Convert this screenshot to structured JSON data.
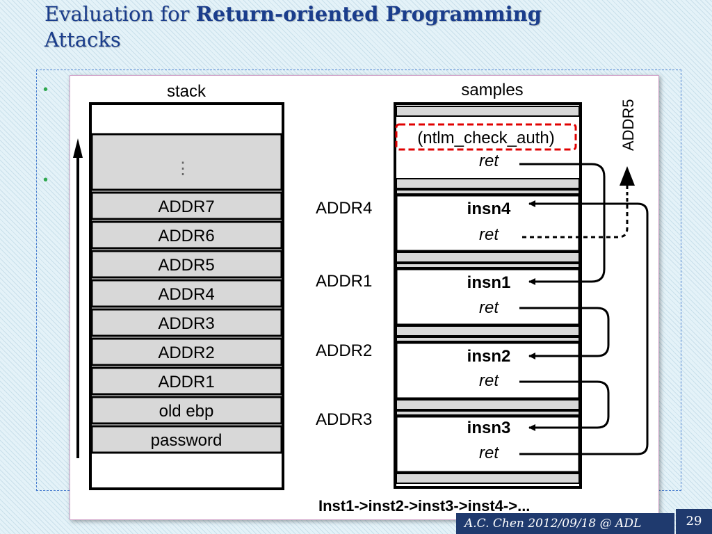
{
  "slide": {
    "title_plain": "Evaluation for ",
    "title_bold": "Return-oriented Programming",
    "title_line2": "Attacks",
    "bullets": [
      "•",
      "•"
    ],
    "footer": "A.C. Chen 2012/09/18 @ ADL",
    "page_number": "29"
  },
  "figure": {
    "stack_label": "stack",
    "samples_label": "samples",
    "stack_ellipsis": "⋮",
    "stack_items": [
      "ADDR7",
      "ADDR6",
      "ADDR5",
      "ADDR4",
      "ADDR3",
      "ADDR2",
      "ADDR1",
      "old ebp",
      "password"
    ],
    "side_labels": [
      "ADDR4",
      "ADDR1",
      "ADDR2",
      "ADDR3"
    ],
    "addr5_label": "ADDR5",
    "func_label": "(ntlm_check_auth)",
    "insns": [
      "insn4",
      "insn1",
      "insn2",
      "insn3"
    ],
    "ret_label": "ret",
    "caption": "Inst1->inst2->inst3->inst4->..."
  },
  "colors": {
    "title": "#1a3d8c",
    "bullet": "#2fa84f",
    "footer_bg": "#1f3a6e",
    "highlight_dash": "#e00000",
    "stack_fill": "#d8d8d8"
  }
}
